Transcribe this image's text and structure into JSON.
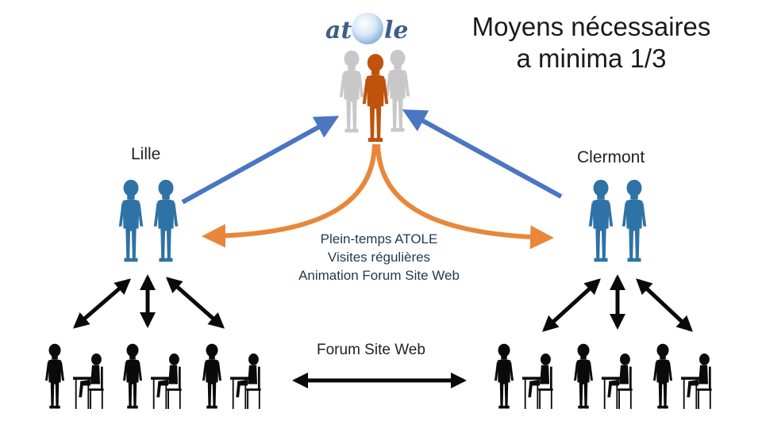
{
  "slide": {
    "title_lines": [
      "Moyens nécessaires",
      "a minima 1/3"
    ],
    "logo_text": "at",
    "logo_text_end": "le",
    "site_left": "Lille",
    "site_right": "Clermont",
    "center_lines": [
      "Plein-temps ATOLE",
      "Visites régulières",
      "Animation Forum Site Web"
    ],
    "bottom_label": "Forum Site Web"
  },
  "colors": {
    "blue_arrow": "#4a76c2",
    "orange_arrow": "#e8873a",
    "orange_person": "#c0520c",
    "grey_person": "#c8c8c8",
    "blue_person": "#2f72a6",
    "black": "#0a0a0a"
  }
}
